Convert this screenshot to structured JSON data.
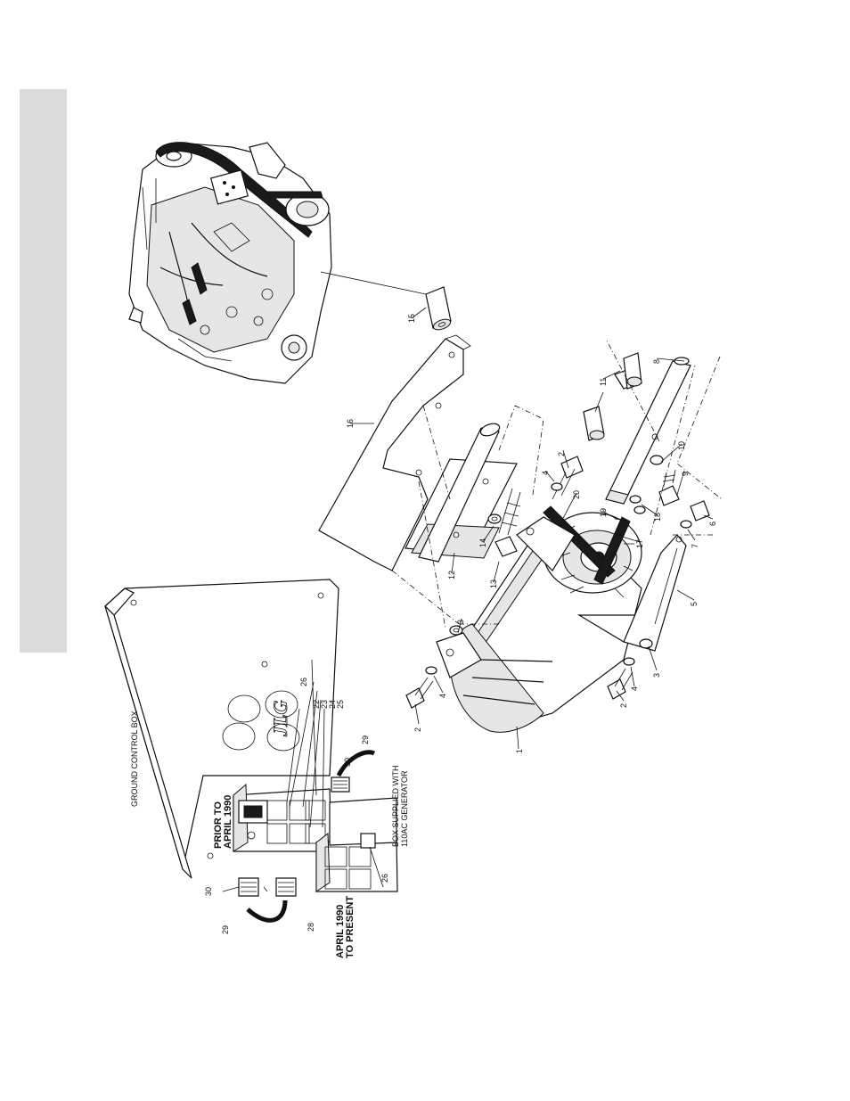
{
  "labels": {
    "ground_control_box": "GROUND CONTROL BOX",
    "prior_to_1": "PRIOR TO",
    "prior_to_2": "APRIL 1990",
    "present_1": "APRIL 1990",
    "present_2": "TO PRESENT",
    "box_supplied_1": "BOX SUPPLIED WITH",
    "box_supplied_2": "110AC GENERATOR",
    "brand_logo": "JLG"
  },
  "callouts": {
    "c1": "1",
    "c2a": "2",
    "c2b": "2",
    "c2c": "2",
    "c3a": "3",
    "c3b": "3",
    "c4a": "4",
    "c4b": "4",
    "c4c": "4",
    "c5": "5",
    "c6": "6",
    "c7": "7",
    "c8": "8",
    "c9": "9",
    "c10": "10",
    "c11": "11",
    "c12": "12",
    "c13": "13",
    "c14": "14",
    "c15": "15",
    "c16": "16",
    "c17": "17",
    "c18": "18",
    "c19": "19",
    "c20": "20",
    "c22": "22",
    "c23": "23",
    "c24": "24",
    "c25": "25",
    "c26a": "26",
    "c26b": "26",
    "c28": "28",
    "c29a": "29",
    "c29b": "29",
    "c30a": "30",
    "c30b": "30"
  }
}
